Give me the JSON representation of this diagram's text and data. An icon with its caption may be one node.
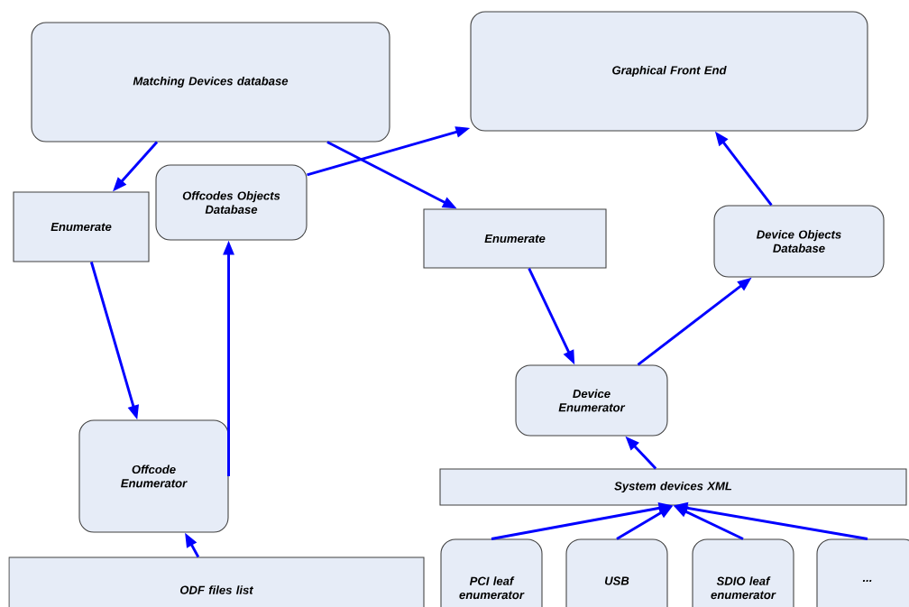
{
  "diagram": {
    "nodes": [
      {
        "text": [
          "Matching Devices database"
        ]
      },
      {
        "text": [
          "Graphical Front End"
        ]
      },
      {
        "text": [
          "Enumerate"
        ]
      },
      {
        "text": [
          "Offcodes Objects Database"
        ]
      },
      {
        "text": [
          "Enumerate"
        ]
      },
      {
        "text": [
          "Device Objects Database"
        ]
      },
      {
        "text": [
          "Device Enumerator"
        ]
      },
      {
        "text": [
          "Offcode Enumerator"
        ]
      },
      {
        "text": [
          "ODF files list"
        ]
      },
      {
        "text": [
          "System devices XML"
        ]
      },
      {
        "text": [
          "PCI leaf enumerator"
        ]
      },
      {
        "text": [
          "USB"
        ]
      },
      {
        "text": [
          "SDIO leaf enumerator"
        ]
      },
      {
        "text": [
          "..."
        ]
      }
    ],
    "edges": [
      {
        "from": 0,
        "to": 2,
        "arrow": "to"
      },
      {
        "from": 0,
        "to": 4,
        "arrow": "to"
      },
      {
        "from": 3,
        "to": 1,
        "arrow": "to"
      },
      {
        "from": 2,
        "to": 7,
        "arrow": "to"
      },
      {
        "from": 7,
        "to": 3,
        "arrow": "to"
      },
      {
        "from": 8,
        "to": 7,
        "arrow": "to"
      },
      {
        "from": 4,
        "to": 6,
        "arrow": "to"
      },
      {
        "from": 6,
        "to": 5,
        "arrow": "to"
      },
      {
        "from": 5,
        "to": 1,
        "arrow": "to"
      },
      {
        "from": 9,
        "to": 6,
        "arrow": "to"
      },
      {
        "from": 10,
        "to": 9,
        "arrow": "to"
      },
      {
        "from": 11,
        "to": 9,
        "arrow": "to"
      },
      {
        "from": 12,
        "to": 9,
        "arrow": "to"
      },
      {
        "from": 13,
        "to": 9,
        "arrow": "to"
      }
    ]
  }
}
